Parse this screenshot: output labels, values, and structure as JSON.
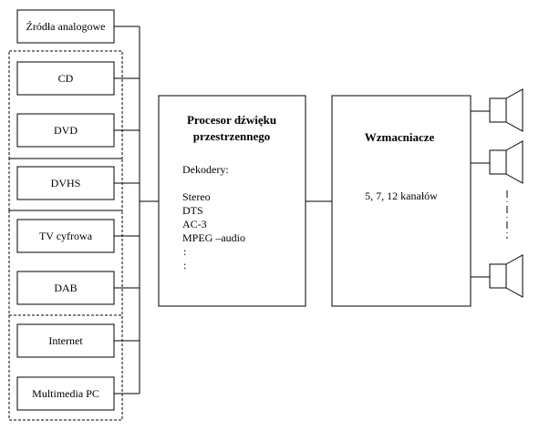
{
  "sources": [
    "Źródła analogowe",
    "CD",
    "DVD",
    "DVHS",
    "TV cyfrowa",
    "DAB",
    "Internet",
    "Multimedia PC"
  ],
  "processor": {
    "title_line1": "Procesor dźwięku",
    "title_line2": "przestrzennego",
    "decoders_label": "Dekodery:",
    "decoders": [
      "Stereo",
      "DTS",
      "AC-3",
      "MPEG –audio"
    ],
    "ellipsis": [
      ":",
      ":"
    ]
  },
  "amplifier": {
    "title": "Wzmacniacze",
    "channels": "5, 7, 12 kanałów"
  },
  "speakers": [
    "speaker-icon",
    "speaker-icon",
    "speaker-icon"
  ]
}
